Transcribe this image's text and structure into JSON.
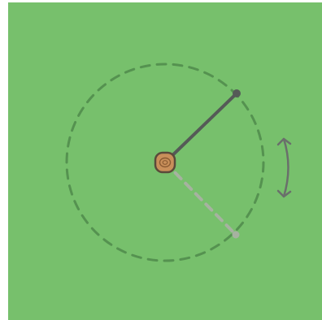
{
  "scene": {
    "field_color": "#77c06c",
    "range_ring": {
      "color": "#4f8a4b",
      "style": "dashed"
    },
    "stake": {
      "icon": "tree-stump-icon",
      "fill_color": "#c98f5a",
      "outline_color": "#5a4a3a",
      "ring_color": "#8a5a32"
    },
    "active_tether": {
      "color": "#555a57",
      "end_marker": "handle-dot"
    },
    "previous_tether": {
      "color": "#a6b2a0",
      "style": "dashed",
      "end_marker": "ghost-dot"
    },
    "rotate_hint": {
      "icon": "rotate-arrow-icon",
      "color": "#6a6f6b"
    }
  }
}
